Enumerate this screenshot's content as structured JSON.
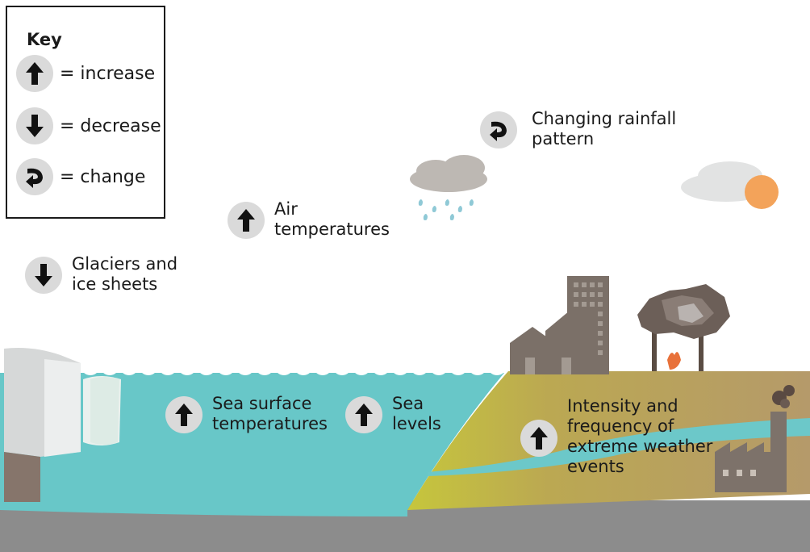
{
  "key": {
    "title": "Key",
    "items": [
      {
        "icon": "up-arrow-icon",
        "text": "= increase"
      },
      {
        "icon": "down-arrow-icon",
        "text": "= decrease"
      },
      {
        "icon": "change-arrow-icon",
        "text": "= change"
      }
    ]
  },
  "labels": {
    "glaciers": {
      "icon": "down-arrow-icon",
      "line1": "Glaciers and",
      "line2": "ice sheets"
    },
    "air": {
      "icon": "up-arrow-icon",
      "line1": "Air",
      "line2": "temperatures"
    },
    "rainfall": {
      "icon": "change-arrow-icon",
      "line1": "Changing rainfall",
      "line2": "pattern"
    },
    "sea_surface": {
      "icon": "up-arrow-icon",
      "line1": "Sea surface",
      "line2": "temperatures"
    },
    "sea_levels": {
      "icon": "up-arrow-icon",
      "line1": "Sea",
      "line2": "levels"
    },
    "extreme": {
      "icon": "up-arrow-icon",
      "line1": "Intensity and",
      "line2": "frequency of",
      "line3": "extreme weather",
      "line4": "events"
    }
  },
  "colors": {
    "sea": "#68c7c8",
    "land": "#b7a15a",
    "bedrock": "#8a8a8a",
    "ice": "#e6e8e8",
    "building": "#7a6f66",
    "sun": "#f3a35a",
    "cloud": "#bdb8b3",
    "rain": "#8fc9d6",
    "badge": "#dadada"
  }
}
